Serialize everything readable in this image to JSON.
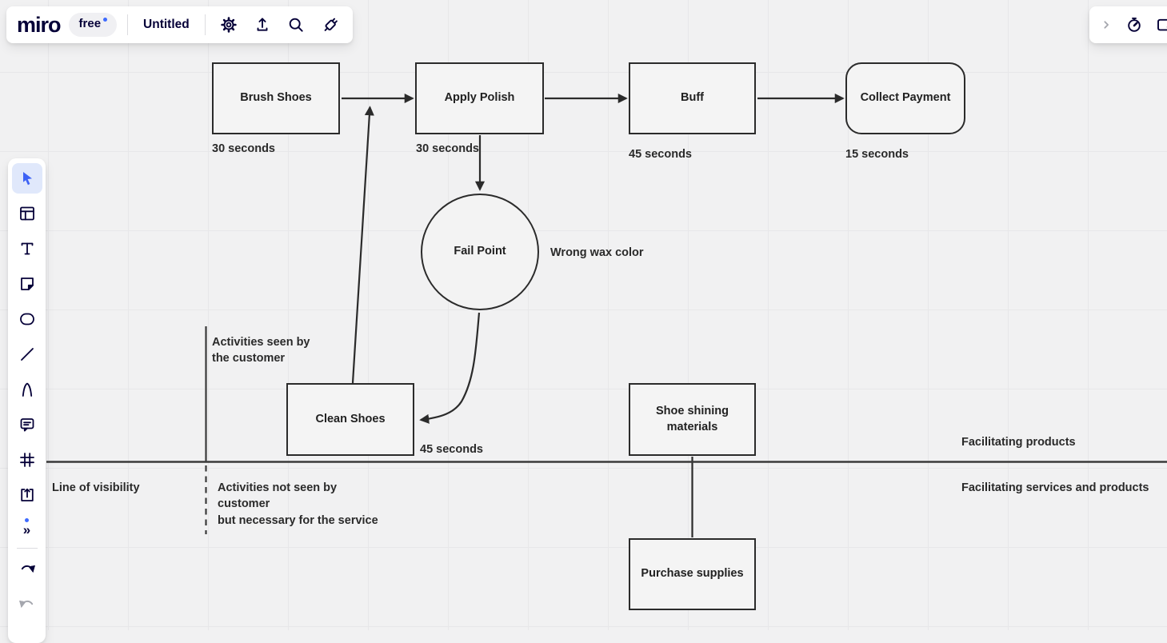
{
  "colors": {
    "brand_navy": "#050038",
    "accent_blue": "#3E6BFF",
    "shape_stroke": "#2B2B2B",
    "canvas_bg": "#F1F1F2"
  },
  "header": {
    "logo": "miro",
    "plan_badge": "free",
    "board_title": "Untitled",
    "icons": [
      "settings-gear",
      "export-upload",
      "search",
      "apps-plug"
    ]
  },
  "top_right_panel": {
    "icons": [
      "expand-chevron",
      "timer",
      "present-screen"
    ]
  },
  "sidebar": {
    "tools": [
      {
        "name": "select",
        "active": true
      },
      {
        "name": "templates"
      },
      {
        "name": "text"
      },
      {
        "name": "sticky-note"
      },
      {
        "name": "shape"
      },
      {
        "name": "line"
      },
      {
        "name": "pen"
      },
      {
        "name": "comment"
      },
      {
        "name": "frame"
      },
      {
        "name": "upload"
      },
      {
        "name": "more-tools",
        "badge": true
      },
      {
        "name": "undo"
      },
      {
        "name": "redo",
        "disabled": true
      }
    ]
  },
  "diagram": {
    "nodes": {
      "brush_shoes": "Brush Shoes",
      "apply_polish": "Apply Polish",
      "buff": "Buff",
      "collect_payment": "Collect Payment",
      "fail_point": "Fail Point",
      "clean_shoes": "Clean Shoes",
      "shoe_materials": "Shoe shining\nmaterials",
      "purchase_supplies": "Purchase supplies"
    },
    "durations": {
      "brush_shoes": "30 seconds",
      "apply_polish": "30 seconds",
      "buff": "45 seconds",
      "collect_payment": "15 seconds",
      "clean_shoes": "45 seconds"
    },
    "annotations": {
      "fail_note": "Wrong wax color",
      "seen": "Activities seen by\nthe customer",
      "not_seen": "Activities not seen by\ncustomer\nbut necessary for the service",
      "line_of_visibility": "Line of visibility",
      "facilitating_products": "Facilitating products",
      "facilitating_services": "Facilitating services and products"
    },
    "edges": [
      {
        "from": "brush_shoes",
        "to": "apply_polish"
      },
      {
        "from": "apply_polish",
        "to": "buff"
      },
      {
        "from": "buff",
        "to": "collect_payment"
      },
      {
        "from": "apply_polish",
        "to": "fail_point"
      },
      {
        "from": "fail_point",
        "to": "clean_shoes"
      },
      {
        "from": "clean_shoes",
        "to": "apply_polish"
      },
      {
        "from": "shoe_materials",
        "to": "purchase_supplies"
      }
    ]
  }
}
